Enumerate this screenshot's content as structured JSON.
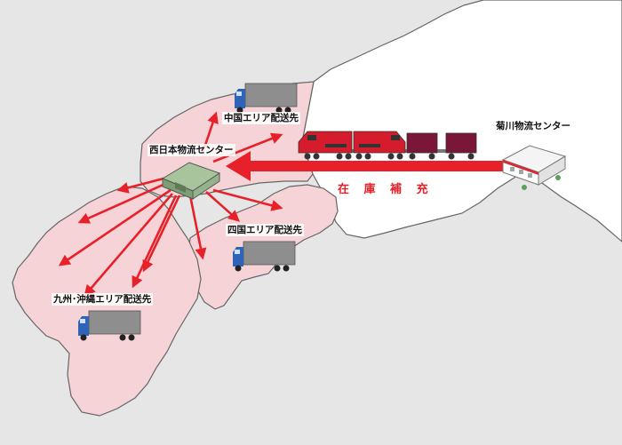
{
  "labels": {
    "west_center": "西日本物流センター",
    "kikukawa_center": "菊川物流センター",
    "chugoku": "中国エリア配送先",
    "shikoku": "四国エリア配送先",
    "kyushu": "九州･沖縄エリア配送先",
    "restock": "在 庫 補 充"
  },
  "colors": {
    "sea": "#e6e6e6",
    "land_white": "#ffffff",
    "land_pink": "#f5d3d6",
    "border": "#666666",
    "arrow": "#e8202a",
    "locomotive": "#d51c2c",
    "container": "#7a1638",
    "truck_box": "#8e8e8e",
    "truck_cab": "#2f63b8"
  },
  "icons": [
    "warehouse-icon",
    "truck-icon",
    "train-icon",
    "distribution-center-icon",
    "arrow-icon"
  ]
}
